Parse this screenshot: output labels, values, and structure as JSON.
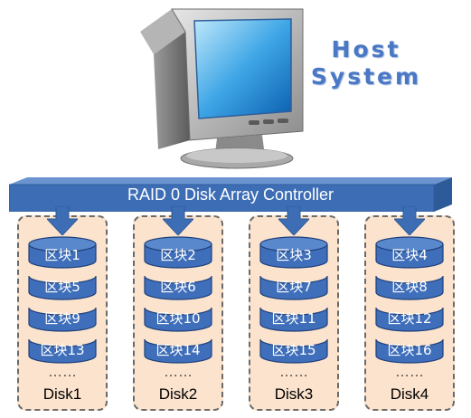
{
  "host": {
    "line1": "Host",
    "line2": "System"
  },
  "controller": {
    "label": "RAID 0 Disk Array Controller"
  },
  "disks": [
    {
      "name": "Disk1",
      "blocks": [
        "区块1",
        "区块5",
        "区块9",
        "区块13"
      ],
      "more": "……"
    },
    {
      "name": "Disk2",
      "blocks": [
        "区块2",
        "区块6",
        "区块10",
        "区块14"
      ],
      "more": "……"
    },
    {
      "name": "Disk3",
      "blocks": [
        "区块3",
        "区块7",
        "区块11",
        "区块15"
      ],
      "more": "……"
    },
    {
      "name": "Disk4",
      "blocks": [
        "区块4",
        "区块8",
        "区块12",
        "区块16"
      ],
      "more": "……"
    }
  ],
  "colors": {
    "disk_blue": "#3f6fba",
    "panel_fill": "#fbe3cd",
    "controller_blue": "#3d6eb5",
    "host_text": "#4a78c4"
  }
}
